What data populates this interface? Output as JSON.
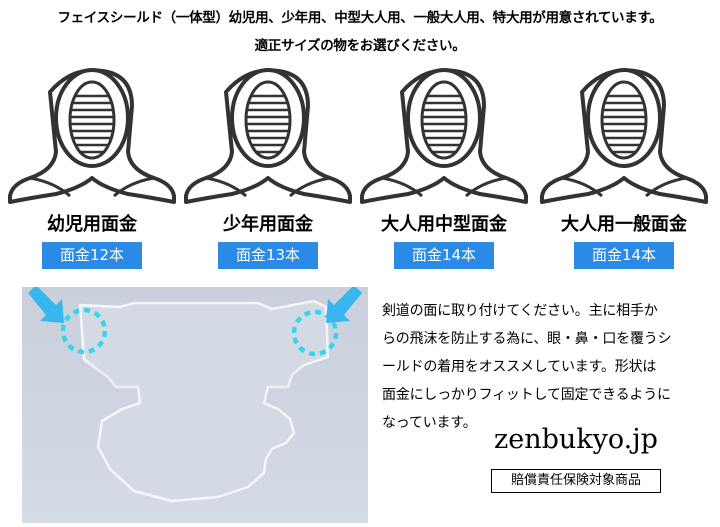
{
  "header": {
    "line1": "フェイスシールド（一体型）幼児用、少年用、中型大人用、一般大人用、特大用が用意されています。",
    "line2": "適正サイズの物をお選びください。"
  },
  "sizes": [
    {
      "label": "幼児用面金",
      "bars": "面金12本"
    },
    {
      "label": "少年用面金",
      "bars": "面金13本"
    },
    {
      "label": "大人用中型面金",
      "bars": "面金14本"
    },
    {
      "label": "大人用一般面金",
      "bars": "面金14本"
    }
  ],
  "description": {
    "line1": "剣道の面に取り付けてください。主に相手か",
    "line2": "らの飛沫を防止する為に、眼・鼻・口を覆うシ",
    "line3": "ールドの着用をオススメしています。形状は",
    "line4": "面金にしっかりフィットして固定できるように",
    "line5": "なっています。"
  },
  "site": "zenbukyo.jp",
  "badge": "賠償責任保険対象商品",
  "colors": {
    "accent": "#2a8ae6",
    "marker": "#33d6ee",
    "arrow": "#38b6f0"
  }
}
